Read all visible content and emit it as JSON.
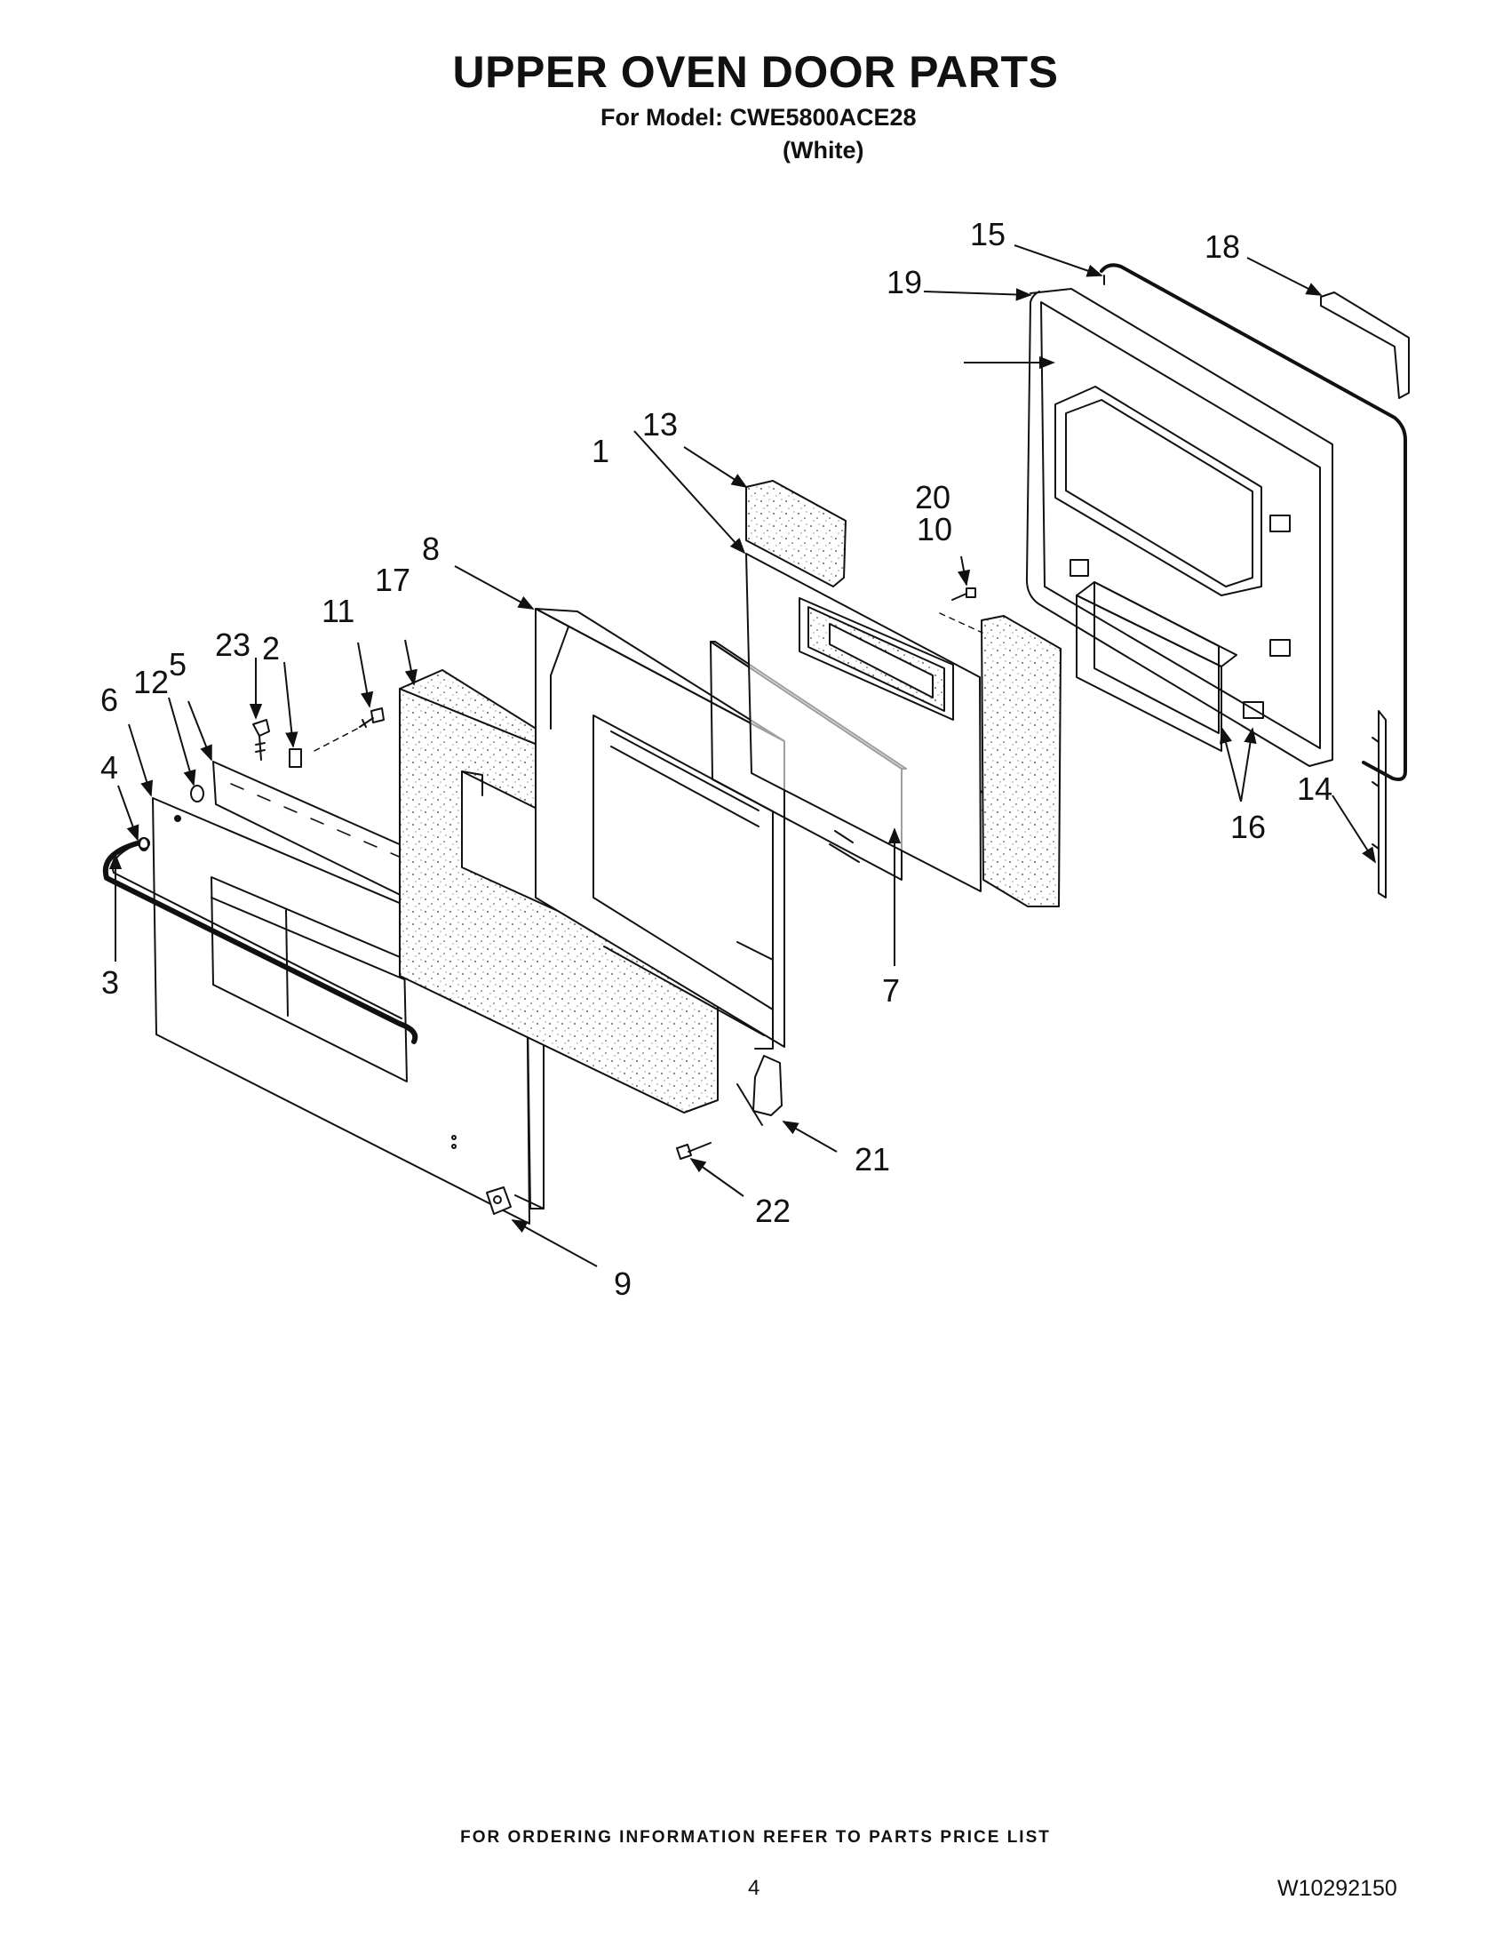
{
  "header": {
    "title": "UPPER OVEN DOOR PARTS",
    "model_line": "For Model: CWE5800ACE28",
    "color_line": "(White)"
  },
  "diagram": {
    "callouts": [
      "1",
      "2",
      "3",
      "4",
      "5",
      "6",
      "7",
      "8",
      "9",
      "10",
      "11",
      "12",
      "13",
      "14",
      "15",
      "16",
      "17",
      "18",
      "19",
      "20",
      "21",
      "22",
      "23"
    ]
  },
  "footer": {
    "ordering_note": "FOR ORDERING INFORMATION REFER TO PARTS PRICE LIST",
    "page_number": "4",
    "document_number": "W10292150"
  }
}
